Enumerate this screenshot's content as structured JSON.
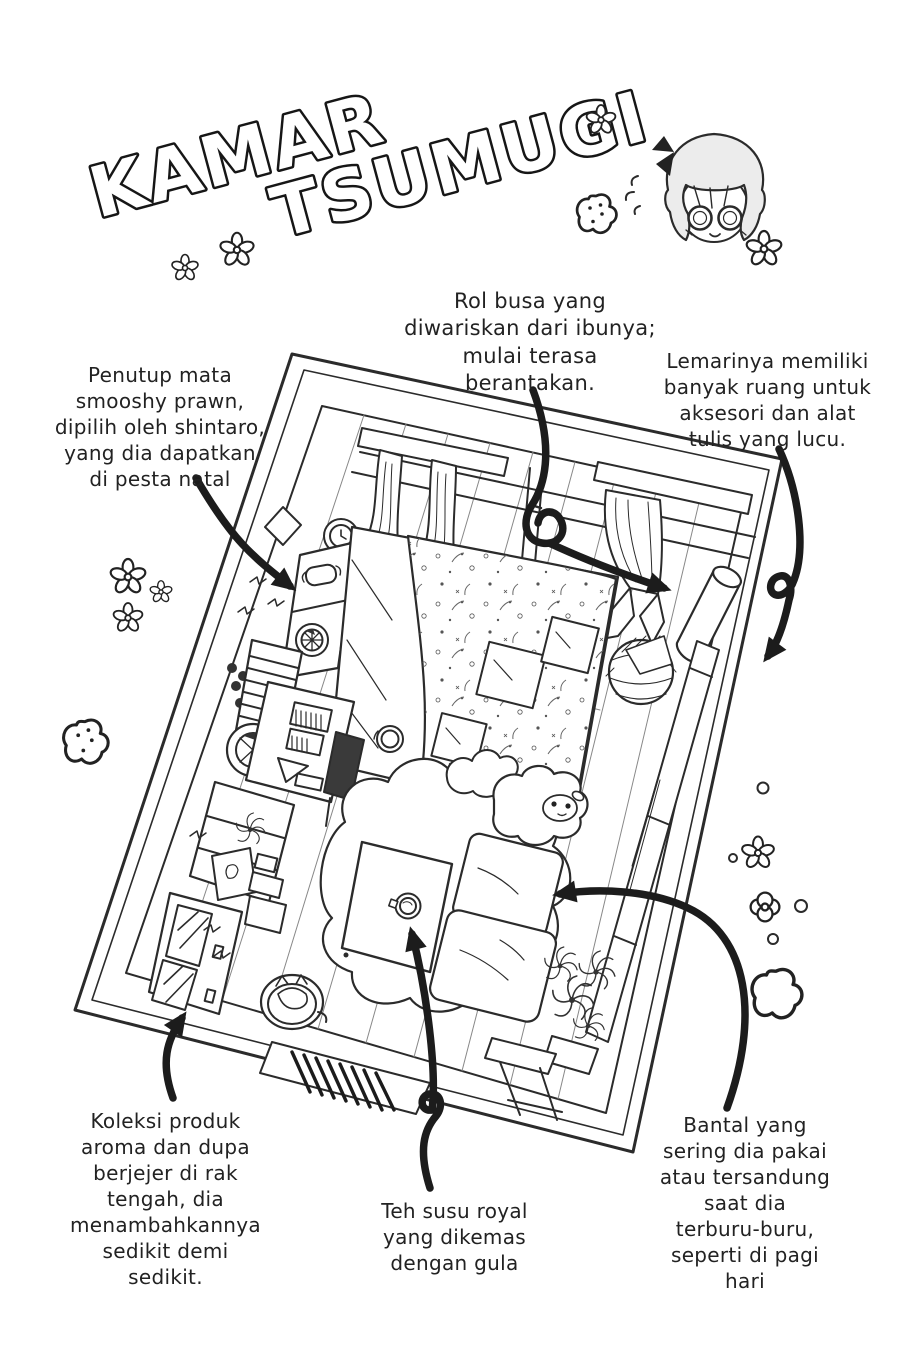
{
  "page": {
    "title_line1": "KAMAR",
    "title_line2": "TSUMUGI"
  },
  "annotations": {
    "foam_roller": {
      "text": "Rol busa yang\ndiwariskan dari ibunya;\nmulai terasa\nberantakan."
    },
    "wardrobe": {
      "text": "Lemarinya memiliki\nbanyak ruang untuk\naksesori dan alat\ntulis yang lucu."
    },
    "eye_mask": {
      "text": "Penutup mata\nsmooshy prawn,\ndipilih oleh shintaro,\nyang dia dapatkan\ndi pesta natal"
    },
    "incense": {
      "text": "Koleksi produk\naroma dan dupa\nberjejer di rak\ntengah, dia\nmenambahkannya\nsedikit demi\nsedikit."
    },
    "tea": {
      "text": "Teh susu royal\nyang dikemas\ndengan gula"
    },
    "cushion": {
      "text": "Bantal yang\nsering dia pakai\natau tersandung\nsaat dia\nterburu-buru,\nseperti di pagi\nhari"
    }
  },
  "colors": {
    "ink": "#2b2b2b",
    "arrow": "#1c1c1c",
    "paper": "#ffffff",
    "hair_tone": "#ececec"
  }
}
